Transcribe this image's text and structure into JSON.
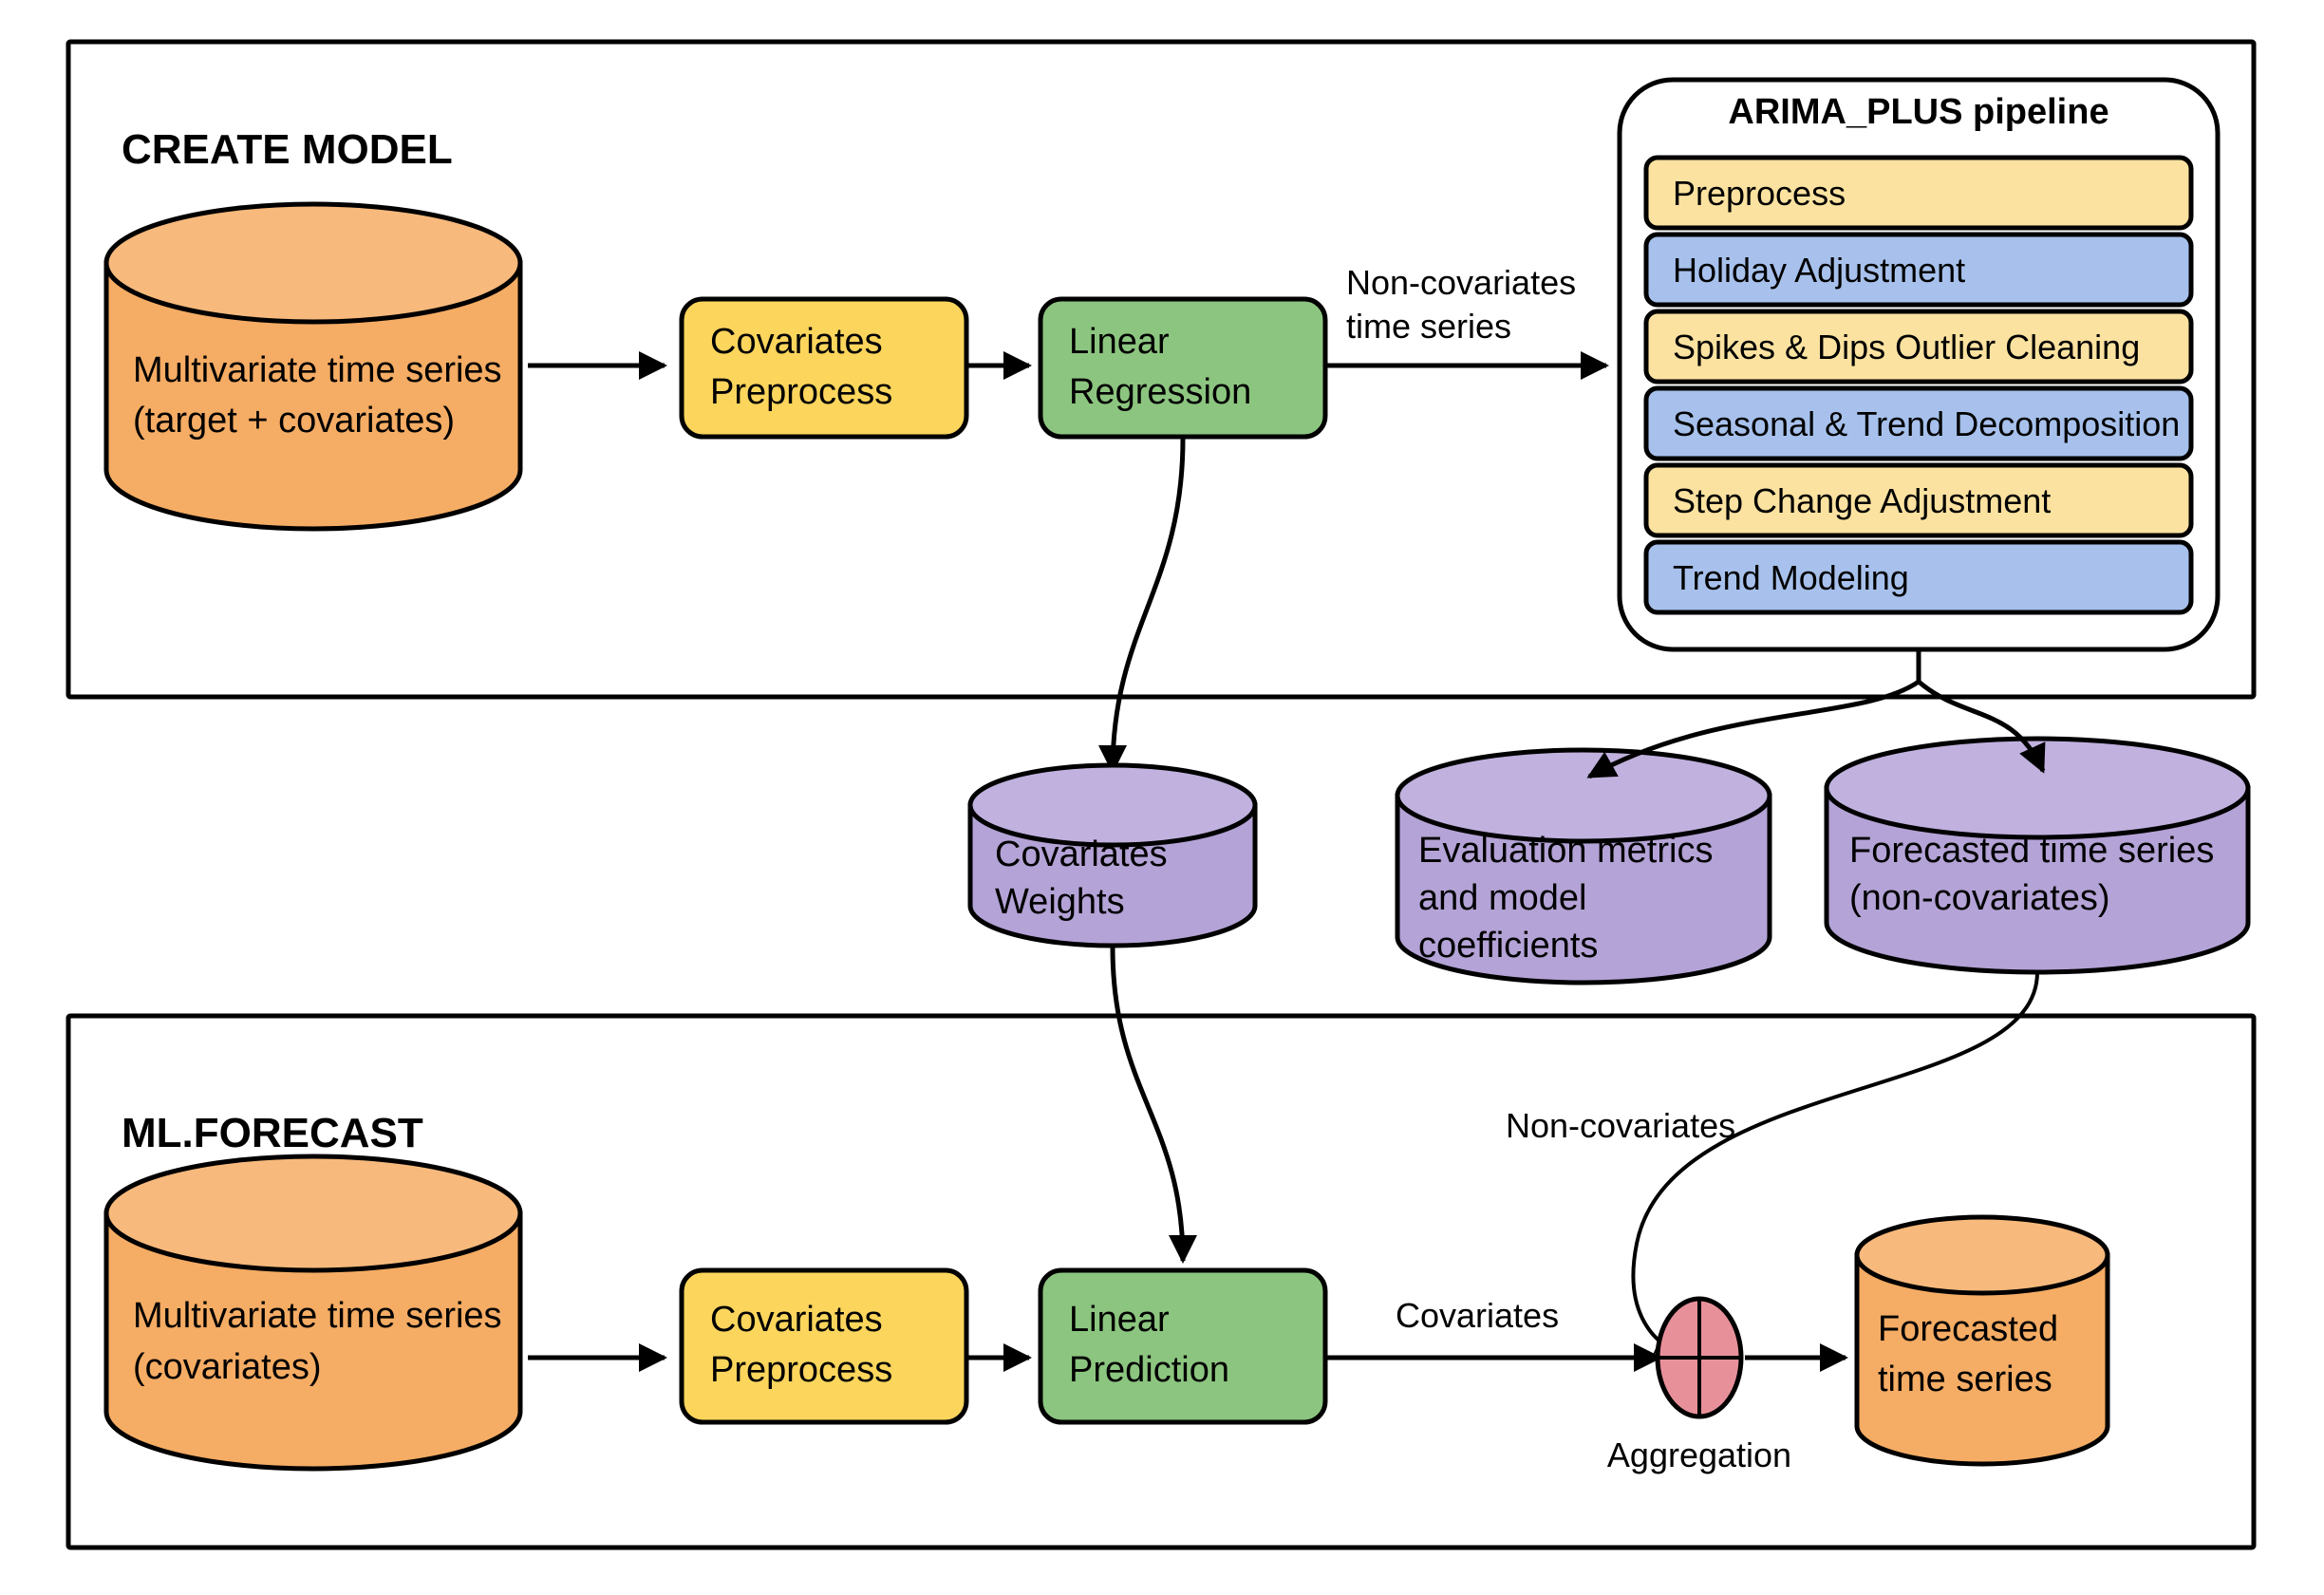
{
  "diagram": {
    "title": "ARIMA_PLUS_XREG multivariate forecasting pipeline",
    "colors": {
      "orange": "#F5AC64",
      "orange_top": "#F7B97C",
      "purple": "#B4A3D6",
      "purple_top": "#C0B1DE",
      "yellow": "#FBD55C",
      "light_yellow": "#FCE2A0",
      "blue": "#A7C1EC",
      "green": "#8CC57F",
      "red": "#E8909A",
      "stroke": "#000000",
      "background": "#FFFFFF"
    }
  },
  "create_model": {
    "section_label": "CREATE MODEL",
    "source": {
      "line1": "Multivariate time series",
      "line2": "(target + covariates)",
      "shape": "cylinder",
      "color": "#F5AC64"
    },
    "steps": [
      {
        "id": "covariates-preprocess",
        "line1": "Covariates",
        "line2": "Preprocess",
        "color": "#FBD55C"
      },
      {
        "id": "linear-regression",
        "line1": "Linear",
        "line2": "Regression",
        "color": "#8CC57F"
      }
    ],
    "edge_label": {
      "line1": "Non-covariates",
      "line2": "time series"
    },
    "pipeline": {
      "title": "ARIMA_PLUS pipeline",
      "stages": [
        {
          "label": "Preprocess",
          "color": "#FCE2A0"
        },
        {
          "label": "Holiday Adjustment",
          "color": "#A7C1EC"
        },
        {
          "label": "Spikes & Dips Outlier Cleaning",
          "color": "#FCE2A0"
        },
        {
          "label": "Seasonal & Trend Decomposition",
          "color": "#A7C1EC"
        },
        {
          "label": "Step Change Adjustment",
          "color": "#FCE2A0"
        },
        {
          "label": "Trend Modeling",
          "color": "#A7C1EC"
        }
      ]
    }
  },
  "artifacts": [
    {
      "id": "covariates-weights",
      "lines": [
        "Covariates",
        "Weights"
      ],
      "color": "#B4A3D6"
    },
    {
      "id": "evaluation-metrics",
      "lines": [
        "Evaluation metrics",
        "and model",
        "coefficients"
      ],
      "color": "#B4A3D6"
    },
    {
      "id": "forecasted-non-covariates",
      "lines": [
        "Forecasted time series",
        "(non-covariates)"
      ],
      "color": "#B4A3D6"
    }
  ],
  "ml_forecast": {
    "section_label": "ML.FORECAST",
    "source": {
      "line1": "Multivariate time series",
      "line2": "(covariates)",
      "shape": "cylinder",
      "color": "#F5AC64"
    },
    "steps": [
      {
        "id": "covariates-preprocess",
        "line1": "Covariates",
        "line2": "Preprocess",
        "color": "#FBD55C"
      },
      {
        "id": "linear-prediction",
        "line1": "Linear",
        "line2": "Prediction",
        "color": "#8CC57F"
      }
    ],
    "edge_labels": {
      "covariates": "Covariates",
      "non_covariates": "Non-covariates"
    },
    "aggregation": {
      "label": "Aggregation",
      "color": "#E8909A",
      "shape": "circle-plus"
    },
    "output": {
      "line1": "Forecasted",
      "line2": "time series",
      "color": "#F5AC64"
    }
  }
}
